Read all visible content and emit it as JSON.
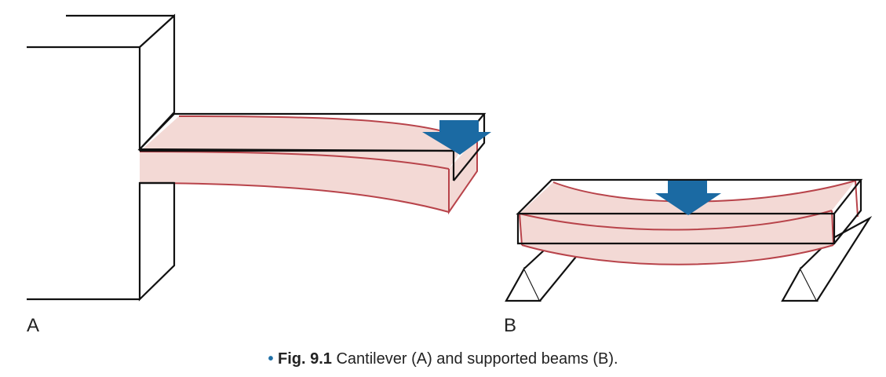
{
  "panels": {
    "a_label": "A",
    "b_label": "B"
  },
  "caption": {
    "bullet": "•",
    "figure_number": "Fig. 9.1",
    "text": "Cantilever (A) and supported beams (B)."
  },
  "colors": {
    "outline": "#111111",
    "beam_fill": "#f3d9d5",
    "beam_edge": "#b8434a",
    "arrow": "#1b6aa3",
    "caption_accent": "#1f6fa6"
  }
}
